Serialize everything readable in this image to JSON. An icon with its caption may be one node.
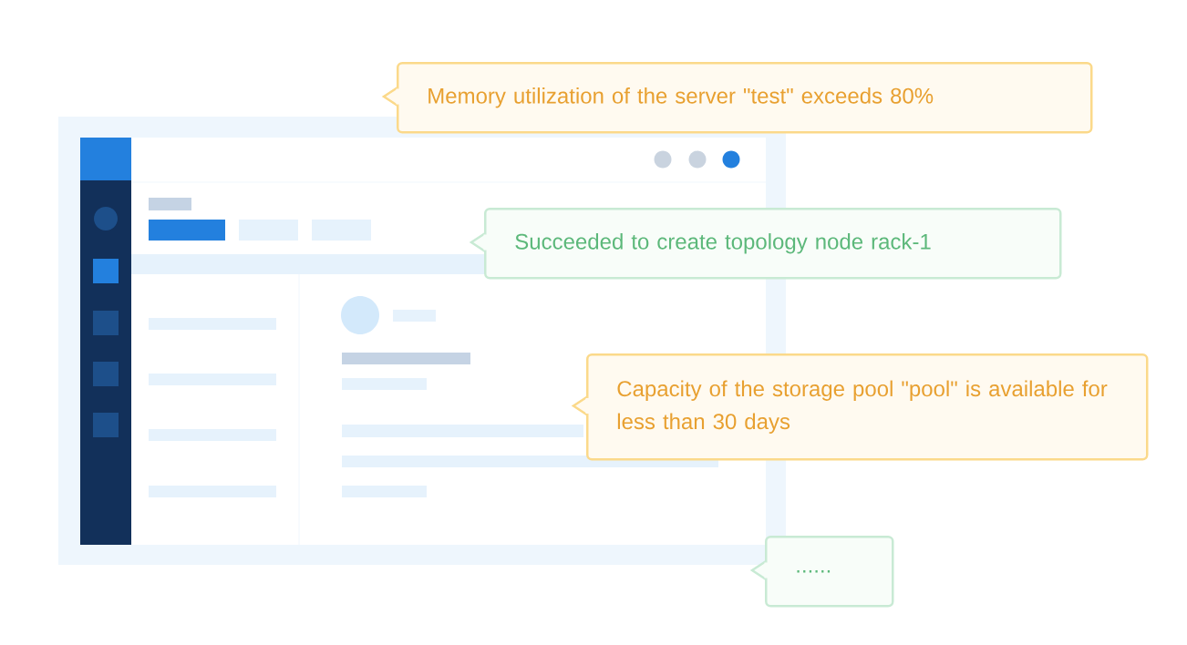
{
  "diagram": {
    "nodes": [
      {
        "text": [
          "Memory utilization of the server \"test\" exceeds 80%"
        ]
      },
      {
        "text": [
          "Succeeded to create topology node rack-1"
        ]
      },
      {
        "text": [
          "Capacity of the storage pool \"pool\" is available for less than 30 days"
        ]
      },
      {
        "text": [
          "......"
        ]
      }
    ]
  }
}
